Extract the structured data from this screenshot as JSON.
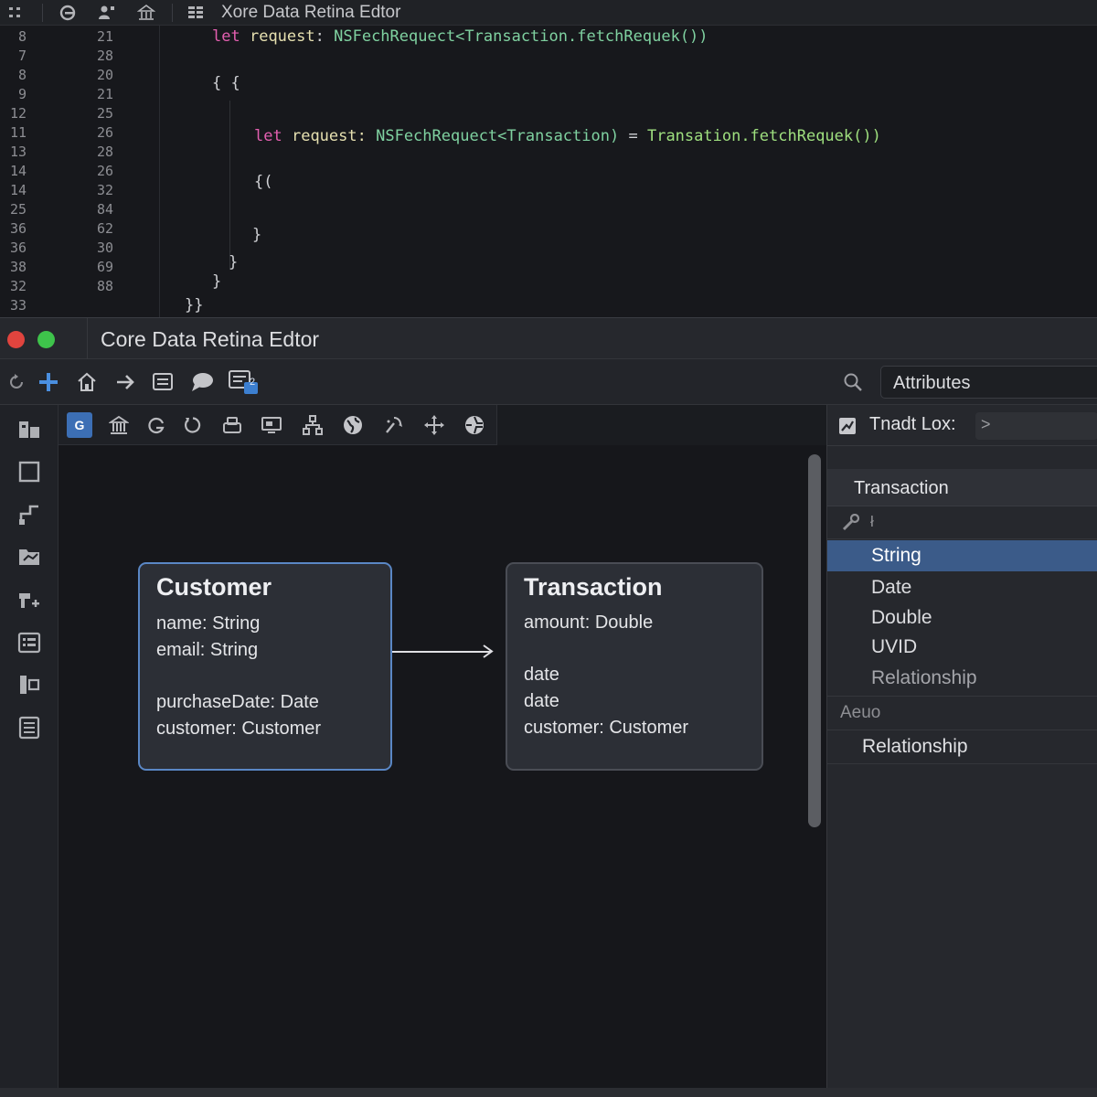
{
  "code_editor": {
    "title": "Xore Data Retina Edtor",
    "gutter_left": [
      "8",
      "7",
      "8",
      "9",
      "12",
      "11",
      "13",
      "14",
      "14",
      "25",
      "36",
      "36",
      "38",
      "32",
      "33"
    ],
    "gutter_right": [
      "21",
      "28",
      "20",
      "21",
      "25",
      "26",
      "28",
      "26",
      "32",
      "84",
      "62",
      "30",
      "69",
      "88"
    ],
    "lines": {
      "line1_kw": "let",
      "line1_id": "request",
      "line1_colon": ":",
      "line1_rest": "NSFechRequect<Transaction.fetchRequek())",
      "line2": "{ {",
      "line3_kw": "let",
      "line3_id": "request:",
      "line3_type": "NSFechRequect<Transaction)",
      "line3_eq": "=",
      "line3_call": "Transation.fetchRequek())",
      "line4": "{(",
      "line5": "}",
      "line6": "}",
      "line7": "}",
      "line8": "}}"
    }
  },
  "window": {
    "title": "Core Data Retina  Edtor",
    "colors": {
      "close": "#e0443e",
      "zoom": "#3ec34b",
      "accent": "#3c6fb5",
      "selected_row": "#3b5b89"
    }
  },
  "toolbar": {
    "search_value": "Attributes",
    "icons": [
      "refresh-icon",
      "add-icon",
      "home-icon",
      "arrow-right-icon",
      "list-icon",
      "comment-icon",
      "badge-document-icon"
    ],
    "badge_count": "2"
  },
  "canvas_toolbar": {
    "active_label": "G"
  },
  "entities": {
    "customer": {
      "title": "Customer",
      "attributes": [
        "name: String",
        "email: String",
        "purchaseDate: Date",
        "customer: Customer"
      ]
    },
    "transaction": {
      "title": "Transaction",
      "attributes": [
        "amount: Double",
        "date",
        "date",
        "customer: Customer"
      ]
    }
  },
  "inspector": {
    "header_label": "Tnadt Lox:",
    "header_chevron": ">",
    "entity_name": "Transaction",
    "tool_mark": "ł",
    "types": [
      "String",
      "Date",
      "Double",
      "UVID",
      "Relationship"
    ],
    "selected_type": "String",
    "section_label": "Aeuo",
    "relationship_label": "Relationship"
  }
}
